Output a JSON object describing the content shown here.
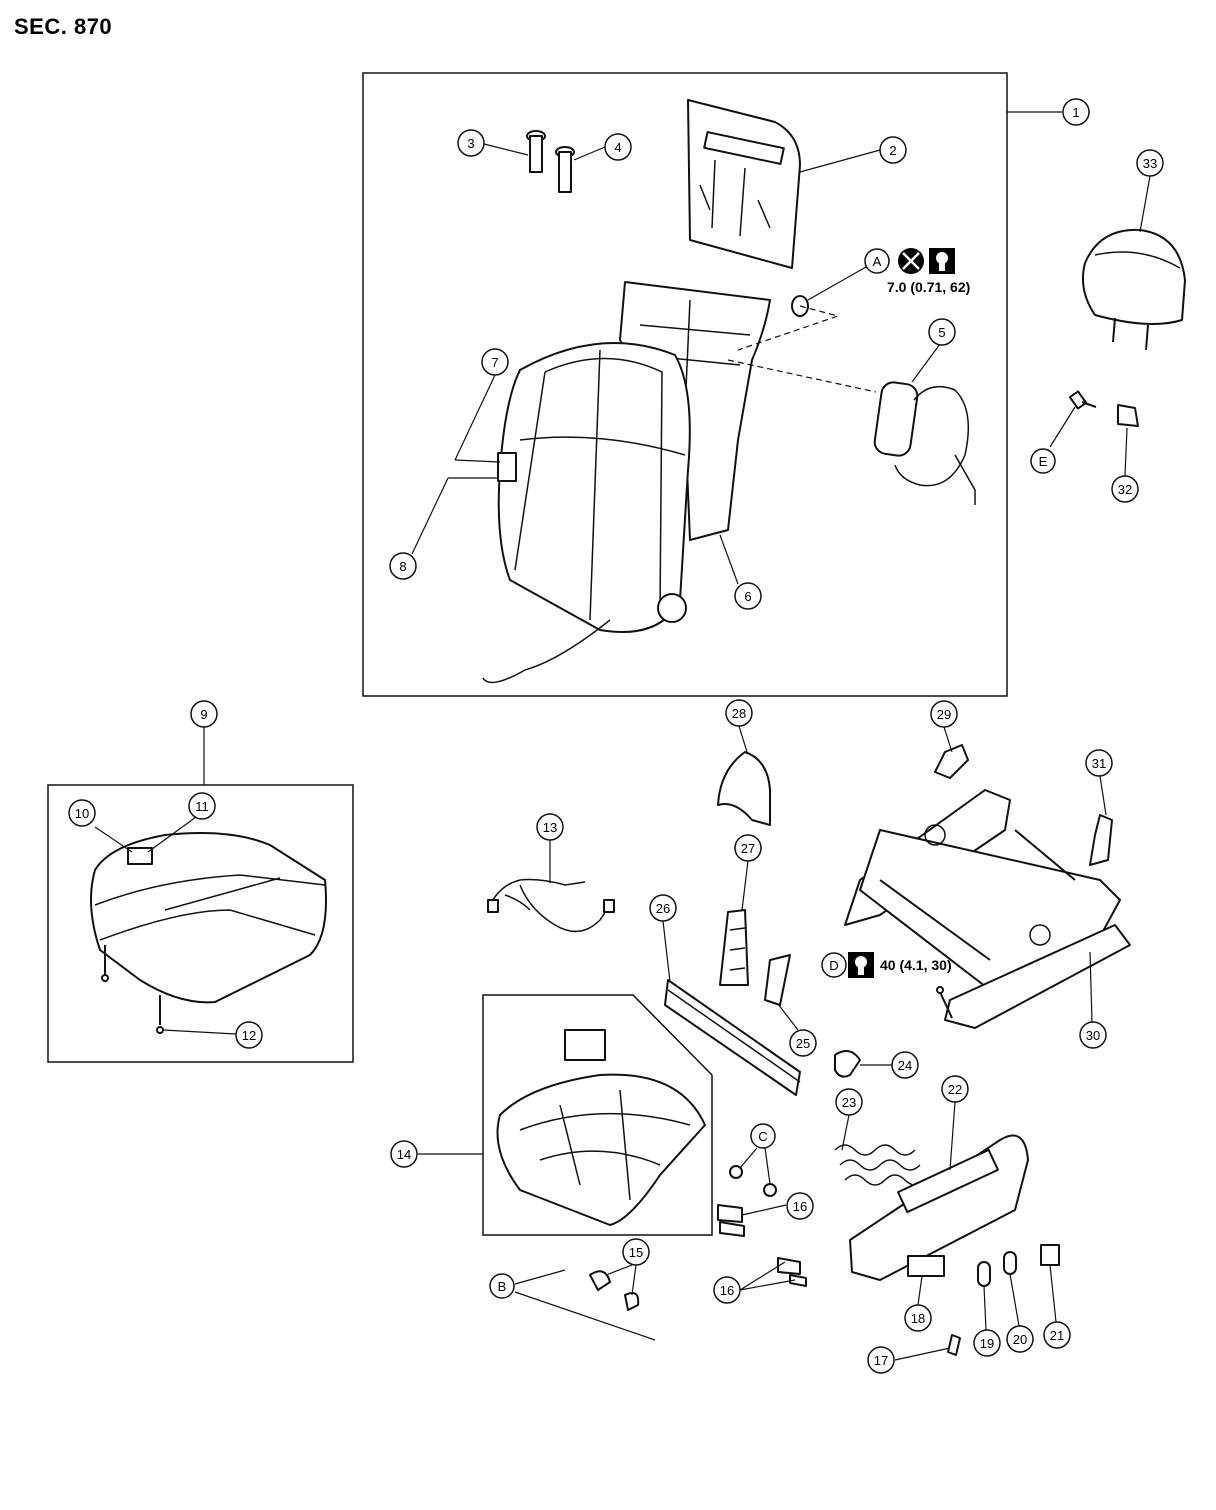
{
  "header": {
    "section": "SEC. 870"
  },
  "callouts": {
    "c1": "1",
    "c2": "2",
    "c3": "3",
    "c4": "4",
    "c5": "5",
    "c6": "6",
    "c7": "7",
    "c8": "8",
    "c9": "9",
    "c10": "10",
    "c11": "11",
    "c12": "12",
    "c13": "13",
    "c14": "14",
    "c15": "15",
    "c16a": "16",
    "c16b": "16",
    "c17": "17",
    "c18": "18",
    "c19": "19",
    "c20": "20",
    "c21": "21",
    "c22": "22",
    "c23": "23",
    "c24": "24",
    "c25": "25",
    "c26": "26",
    "c27": "27",
    "c28": "28",
    "c29": "29",
    "c30": "30",
    "c31": "31",
    "c32": "32",
    "c33": "33",
    "cA": "A",
    "cB": "B",
    "cC": "C",
    "cD": "D",
    "cE": "E"
  },
  "torque_specs": {
    "A": "7.0 (0.71, 62)",
    "D": "40 (4.1, 30)"
  },
  "icons": [
    "do-not-reuse-icon",
    "torque-wrench-icon"
  ]
}
